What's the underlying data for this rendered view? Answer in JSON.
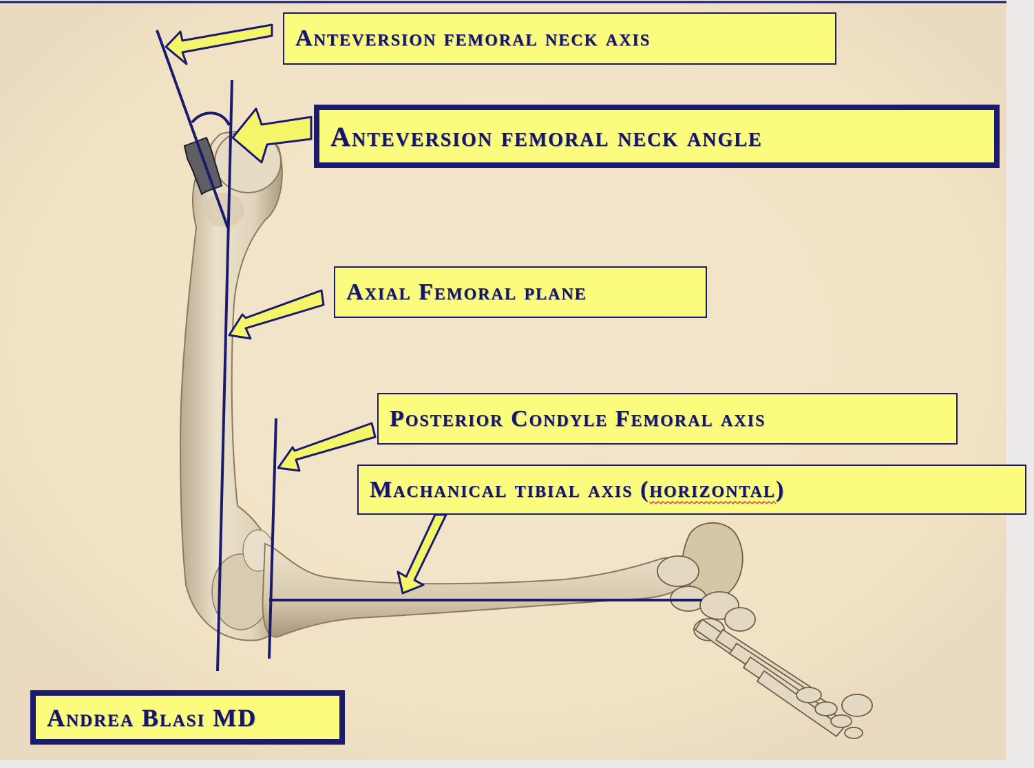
{
  "labels": {
    "neck_axis": "Anteversion femoral neck axis",
    "neck_angle": "Anteversion femoral neck angle",
    "axial_plane": "Axial Femoral plane",
    "posterior_condyle": "Posterior Condyle Femoral axis",
    "tibial_axis_main": "Machanical tibial axis (",
    "tibial_axis_word": "horizontal",
    "tibial_axis_end": ")",
    "author": "Andrea Blasi MD"
  },
  "colors": {
    "label_fill": "#fbfb7e",
    "label_border": "#1a1a6e",
    "text": "#14146b",
    "axis_line": "#1a1a6e",
    "arrow_fill": "#f5f56a",
    "background": "#f3e6cc"
  }
}
